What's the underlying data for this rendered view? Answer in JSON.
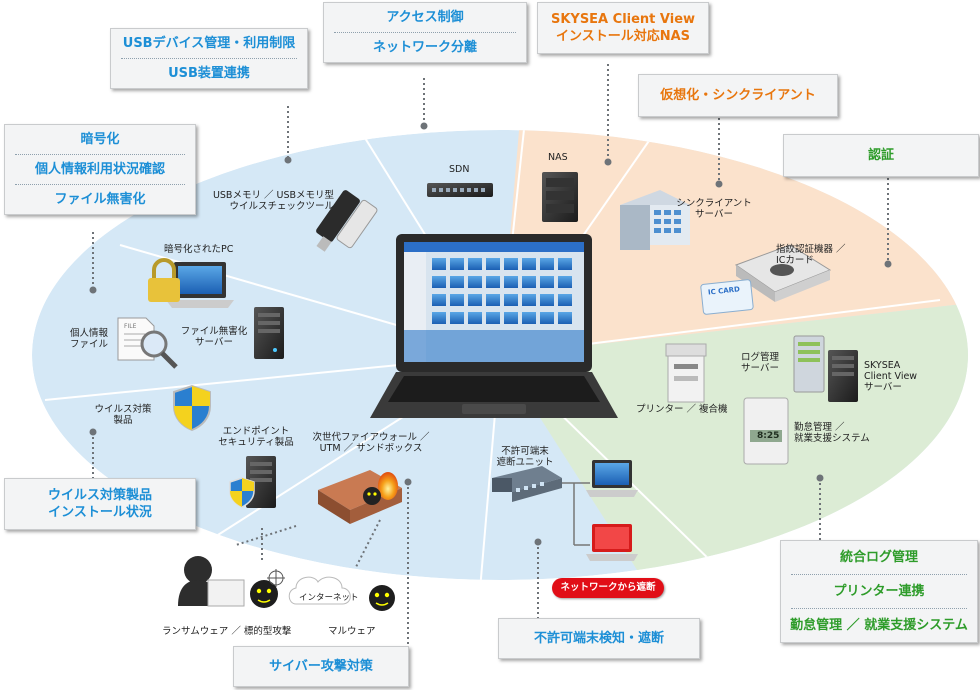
{
  "colors": {
    "blue_text": "#1d8fd6",
    "orange_text": "#e8760e",
    "green_text": "#2e9c2a",
    "alert_red": "#e10e17",
    "zone_blue": "#d5e8f6",
    "zone_orange": "#fbe2cc",
    "zone_green": "#dcecd5"
  },
  "boxes": {
    "usb": {
      "line1": "USBデバイス管理・利用制限",
      "line2": "USB装置連携"
    },
    "access": {
      "line1": "アクセス制御",
      "line2": "ネットワーク分離"
    },
    "skysea_nas": {
      "line1": "SKYSEA Client View",
      "line2": "インストール対応NAS"
    },
    "virtual": {
      "line1": "仮想化・シンクライアント"
    },
    "auth": {
      "line1": "認証"
    },
    "encrypt": {
      "line1": "暗号化",
      "line2": "個人情報利用状況確認",
      "line3": "ファイル無害化"
    },
    "antivirus": {
      "line1": "ウイルス対策製品",
      "line2": "インストール状況"
    },
    "cyber": {
      "line1": "サイバー攻撃対策"
    },
    "unauth": {
      "line1": "不許可端末検知・遮断"
    },
    "log": {
      "line1": "統合ログ管理",
      "line2": "プリンター連携",
      "line3": "勤怠管理 ／ 就業支援システム"
    }
  },
  "labels": {
    "sdn": "SDN",
    "nas": "NAS",
    "usb_memory_1": "USBメモリ ／ USBメモリ型",
    "usb_memory_2": "ウイルスチェックツール",
    "thin_client_1": "シンクライアント",
    "thin_client_2": "サーバー",
    "fingerprint_1": "指紋認証機器 ／",
    "fingerprint_2": "ICカード",
    "ic_card": "IC CARD",
    "encrypted_pc": "暗号化されたPC",
    "personal_file_1": "個人情報",
    "personal_file_2": "ファイル",
    "file_tag": "FILE",
    "sanitize_server_1": "ファイル無害化",
    "sanitize_server_2": "サーバー",
    "log_server_1": "ログ管理",
    "log_server_2": "サーバー",
    "skysea_server_1": "SKYSEA",
    "skysea_server_2": "Client View",
    "skysea_server_3": "サーバー",
    "printer": "プリンター ／ 複合機",
    "attendance_1": "勤怠管理 ／",
    "attendance_2": "就業支援システム",
    "antivirus_product_1": "ウイルス対策",
    "antivirus_product_2": "製品",
    "endpoint_1": "エンドポイント",
    "endpoint_2": "セキュリティ製品",
    "nextgen_fw_1": "次世代ファイアウォール ／",
    "nextgen_fw_2": "UTM ／ サンドボックス",
    "unauth_unit_1": "不許可端末",
    "unauth_unit_2": "遮断ユニット",
    "ransomware": "ランサムウェア ／ 標的型攻撃",
    "malware": "マルウェア",
    "internet": "インターネット",
    "blocked": "ネットワークから遮断",
    "clock": "8:25"
  }
}
